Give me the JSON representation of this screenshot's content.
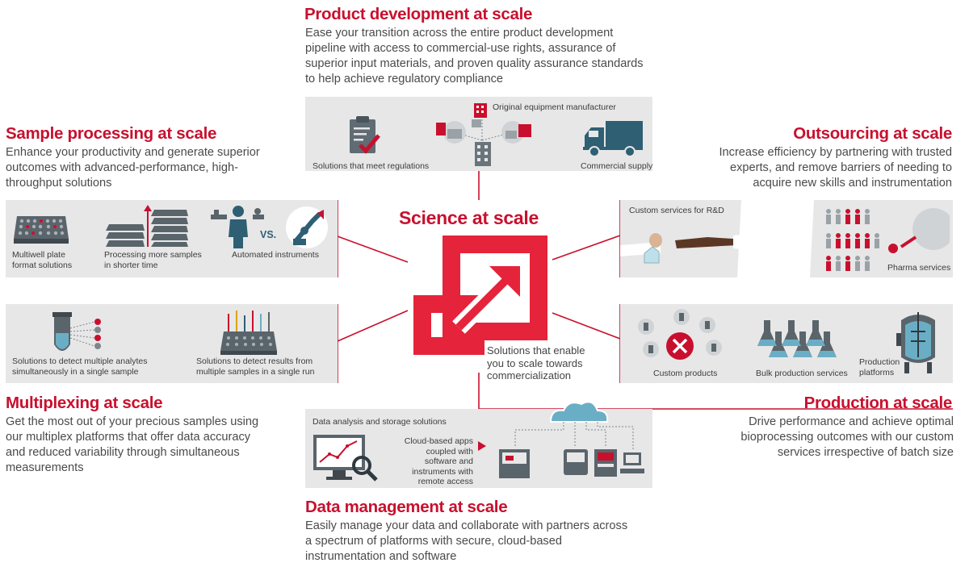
{
  "colors": {
    "accent": "#c8102e",
    "panel": "#e7e7e8",
    "ink": "#4a4a4a",
    "truck": "#2e5f73"
  },
  "center": {
    "title": "Science at scale",
    "description": "Solutions that enable you to scale towards commercialization"
  },
  "product_development": {
    "heading": "Product development at scale",
    "description": "Ease your transition across the entire product development pipeline with access to commercial-use rights, assurance of superior input materials, and proven quality assurance standards to help achieve regulatory compliance",
    "labels": {
      "regulations": "Solutions that meet regulations",
      "oem": "Original equipment manufacturer",
      "commercial_supply": "Commercial supply"
    }
  },
  "sample_processing": {
    "heading": "Sample processing at scale",
    "description": "Enhance your productivity and generate superior outcomes with advanced-performance, high-throughput solutions",
    "labels": {
      "multiwell": "Multiwell plate format solutions",
      "processing": "Processing more samples in shorter time",
      "automated": "Automated instruments",
      "vs": "VS."
    }
  },
  "outsourcing": {
    "heading": "Outsourcing at scale",
    "description": "Increase efficiency by partnering with trusted experts, and remove barriers of needing to acquire new skills and instrumentation",
    "labels": {
      "custom_services": "Custom services for R&D",
      "pharma": "Pharma services"
    }
  },
  "multiplexing": {
    "heading": "Multiplexing at scale",
    "description": "Get the most out of your precious samples using our multiplex platforms that offer data accuracy and reduced variability through simultaneous measurements",
    "labels": {
      "analytes": "Solutions to detect multiple analytes simultaneously in a single sample",
      "results": "Solutions to detect results from multiple samples in a single run"
    }
  },
  "production": {
    "heading": "Production at scale",
    "description": "Drive performance and achieve optimal bioprocessing outcomes with our custom services irrespective of batch size",
    "labels": {
      "custom_products": "Custom products",
      "bulk": "Bulk production services",
      "platforms": "Production platforms"
    }
  },
  "data_management": {
    "heading": "Data management at scale",
    "description": "Easily manage your data and collaborate with partners across a spectrum of platforms with secure, cloud-based instrumentation and software",
    "labels": {
      "storage": "Data analysis and storage solutions",
      "cloud": "Cloud-based apps coupled with software and instruments with remote access"
    }
  }
}
